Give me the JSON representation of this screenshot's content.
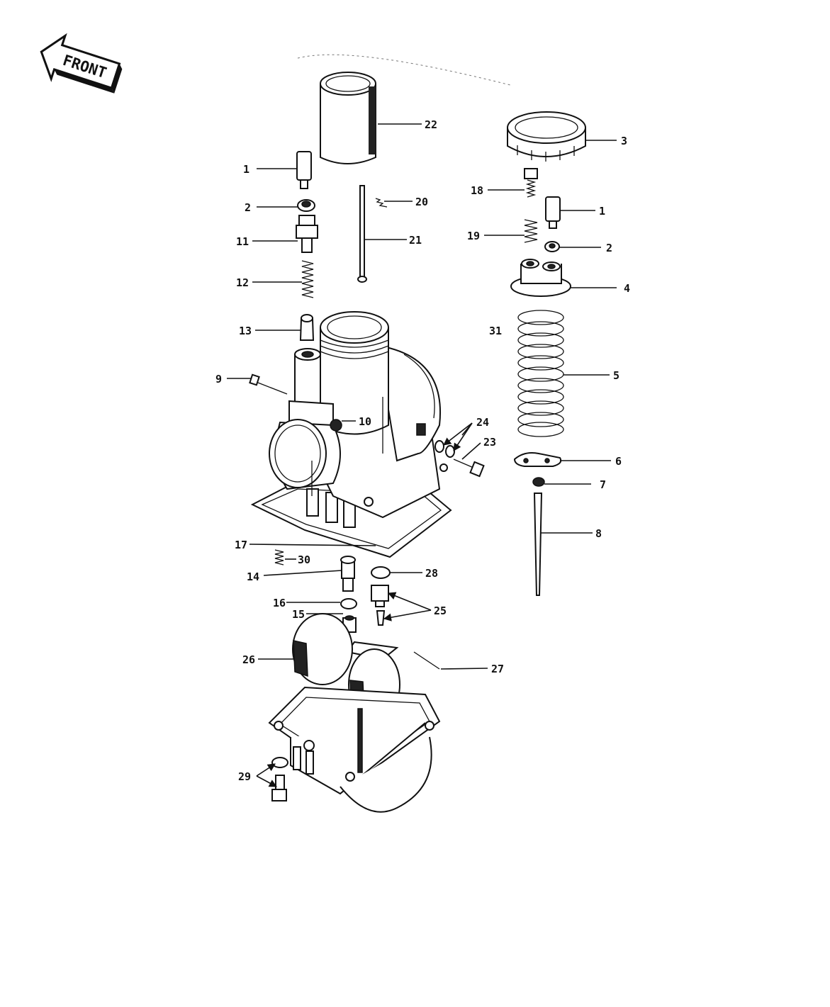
{
  "front_label": "FRONT",
  "callouts": [
    "1",
    "2",
    "11",
    "12",
    "13",
    "9",
    "10",
    "22",
    "20",
    "21",
    "3",
    "18",
    "1",
    "19",
    "2",
    "4",
    "31",
    "5",
    "24",
    "23",
    "6",
    "7",
    "8",
    "17",
    "30",
    "14",
    "28",
    "16",
    "15",
    "25",
    "26",
    "27",
    "29"
  ]
}
